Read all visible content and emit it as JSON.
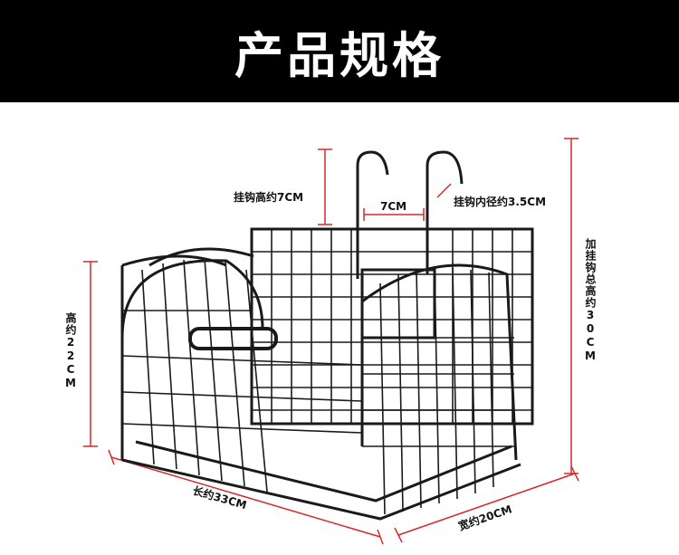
{
  "header": {
    "title": "产品规格"
  },
  "dimensions": {
    "hook_height": "挂钩高约7CM",
    "hook_spacing": "7CM",
    "hook_inner_diameter": "挂钩内径约3.5CM",
    "total_height": "加挂钩总高约30CM",
    "height": "高约22CM",
    "length": "长约33CM",
    "width": "宽约20CM"
  },
  "colors": {
    "banner": "#000000",
    "dimension_line": "#d62828",
    "basket": "#1a1a1a"
  }
}
